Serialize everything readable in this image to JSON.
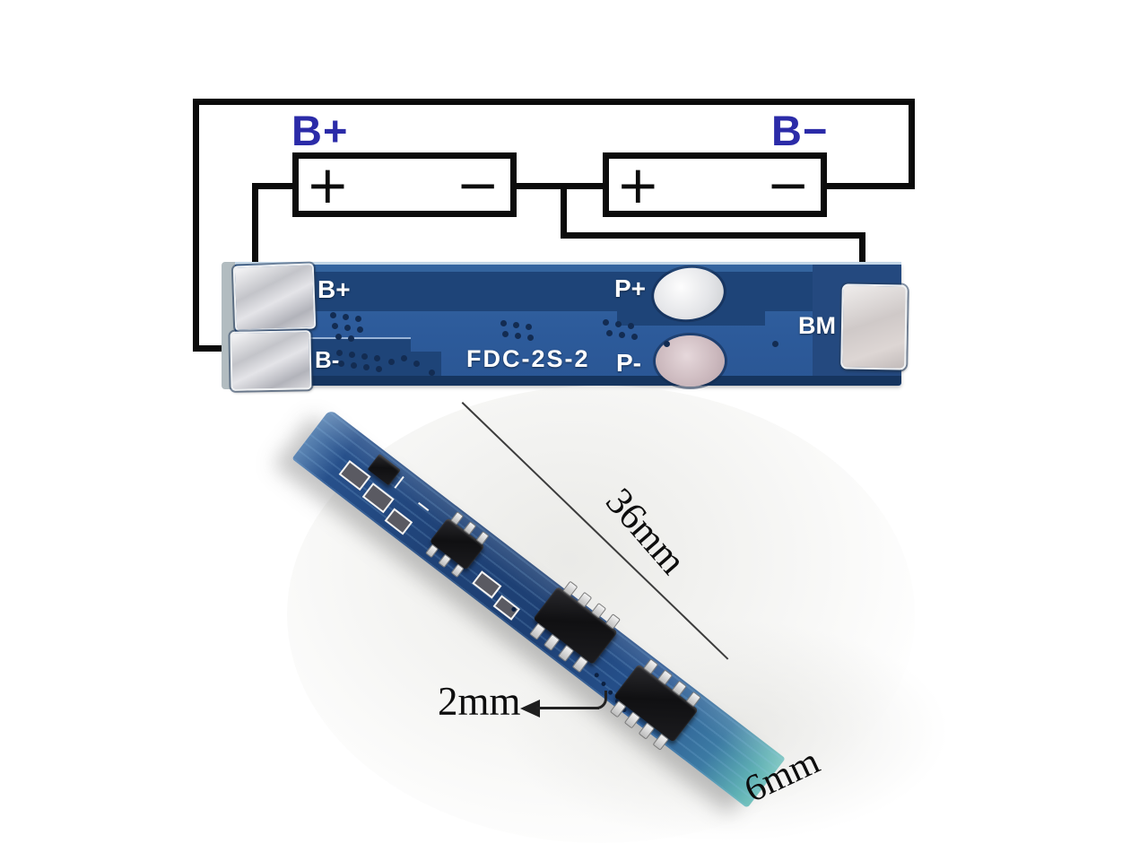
{
  "schematic": {
    "pack_positive_label": "B+",
    "pack_negative_label": "B−",
    "cell1": {
      "positive": "+",
      "negative": "−"
    },
    "cell2": {
      "positive": "+",
      "negative": "−"
    },
    "label_color": "#2b2ba8",
    "wire_color": "#0b0b0b"
  },
  "pcb_render": {
    "model_text": "FDC-2S-2",
    "pad_labels": {
      "b_plus": "B+",
      "b_minus": "B-",
      "p_plus": "P+",
      "p_minus": "P-",
      "bm": "BM"
    },
    "colors": {
      "board_face": "#2d5b9b",
      "board_dark": "#1e4478",
      "pad_silver": "#d6d6da",
      "pad_pink": "#c9b5ba"
    }
  },
  "photo": {
    "dim_length_label": "36mm",
    "dim_thickness_label": "2mm",
    "dim_width_label": "6mm",
    "board_color": "#1d4076"
  }
}
